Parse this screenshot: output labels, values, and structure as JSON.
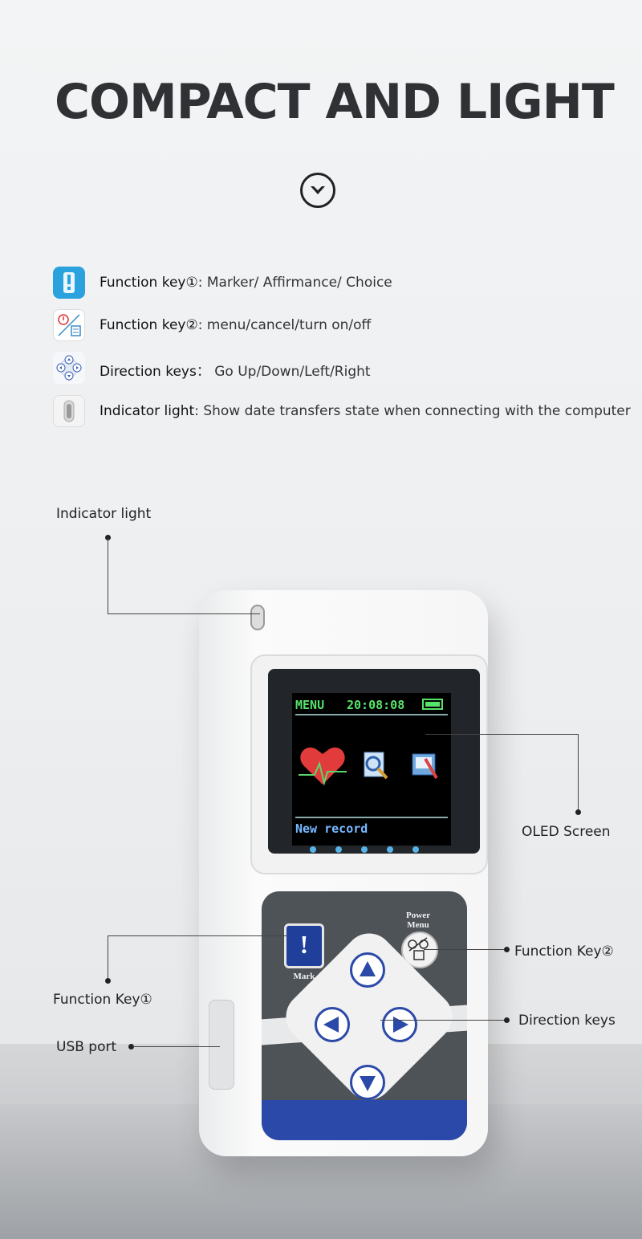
{
  "title": "COMPACT AND LIGHT",
  "features": [
    {
      "icon": "exclamation-key-icon",
      "label": "Function key①",
      "text": ": Marker/ Affirmance/ Choice"
    },
    {
      "icon": "power-menu-key-icon",
      "label": "Function key②",
      "text": ": menu/cancel/turn on/off"
    },
    {
      "icon": "direction-pad-icon",
      "label": "Direction keys",
      "text": "： Go Up/Down/Left/Right"
    },
    {
      "icon": "indicator-light-icon",
      "label": "Indicator light",
      "text": ": Show date transfers state when connecting with the computer"
    }
  ],
  "callouts": {
    "indicator": "Indicator light",
    "oled": "OLED Screen",
    "fn2": "Function Key②",
    "fn1": "Function Key①",
    "direction": "Direction keys",
    "usb": "USB port"
  },
  "device": {
    "screen": {
      "menu": "MENU",
      "time": "20:08:08",
      "footer": "New record"
    },
    "keys": {
      "mark": "Mark",
      "power": "Power",
      "menu": "Menu"
    }
  },
  "colors": {
    "accent_blue": "#2b49a8",
    "lcd_green": "#57e36b"
  }
}
